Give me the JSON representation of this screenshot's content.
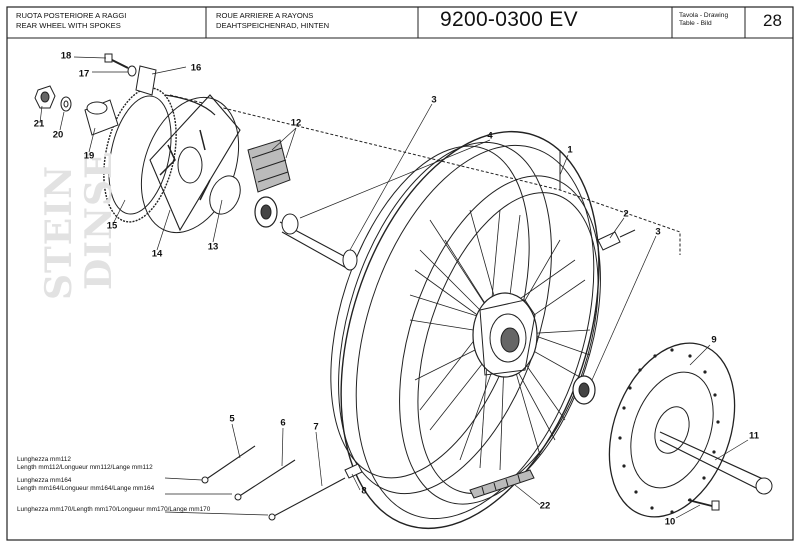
{
  "header": {
    "title_it": "RUOTA POSTERIORE A RAGGI",
    "title_en": "REAR WHEEL WITH SPOKES",
    "title_fr": "ROUE ARRIERE A RAYONS",
    "title_de": "DEAHTSPEICHENRAD, HINTEN",
    "drawing_code": "9200-0300 EV",
    "table_label_1": "Tavola - Drawing",
    "table_label_2": "Table - Bild",
    "page_number": "28"
  },
  "watermark": {
    "line1": "STEIN",
    "line2": "DINSE"
  },
  "spoke_lengths": [
    {
      "line1": "Lunghezza mm112",
      "line2": "Length mm112/Longueur mm112/Lange mm112"
    },
    {
      "line1": "Lunghezza mm164",
      "line2": "Length mm164/Longueur mm164/Lange mm164"
    },
    {
      "line1": "Lunghezza mm170/Length mm170/Longueur mm170/Lange mm170",
      "line2": ""
    }
  ],
  "callouts": {
    "c1": "1",
    "c2": "2",
    "c3a": "3",
    "c3b": "3",
    "c4": "4",
    "c5": "5",
    "c6": "6",
    "c7": "7",
    "c8": "8",
    "c9": "9",
    "c10": "10",
    "c11": "11",
    "c12": "12",
    "c13": "13",
    "c14": "14",
    "c15": "15",
    "c16": "16",
    "c17": "17",
    "c18": "18",
    "c19": "19",
    "c20": "20",
    "c21": "21",
    "c22": "22"
  }
}
